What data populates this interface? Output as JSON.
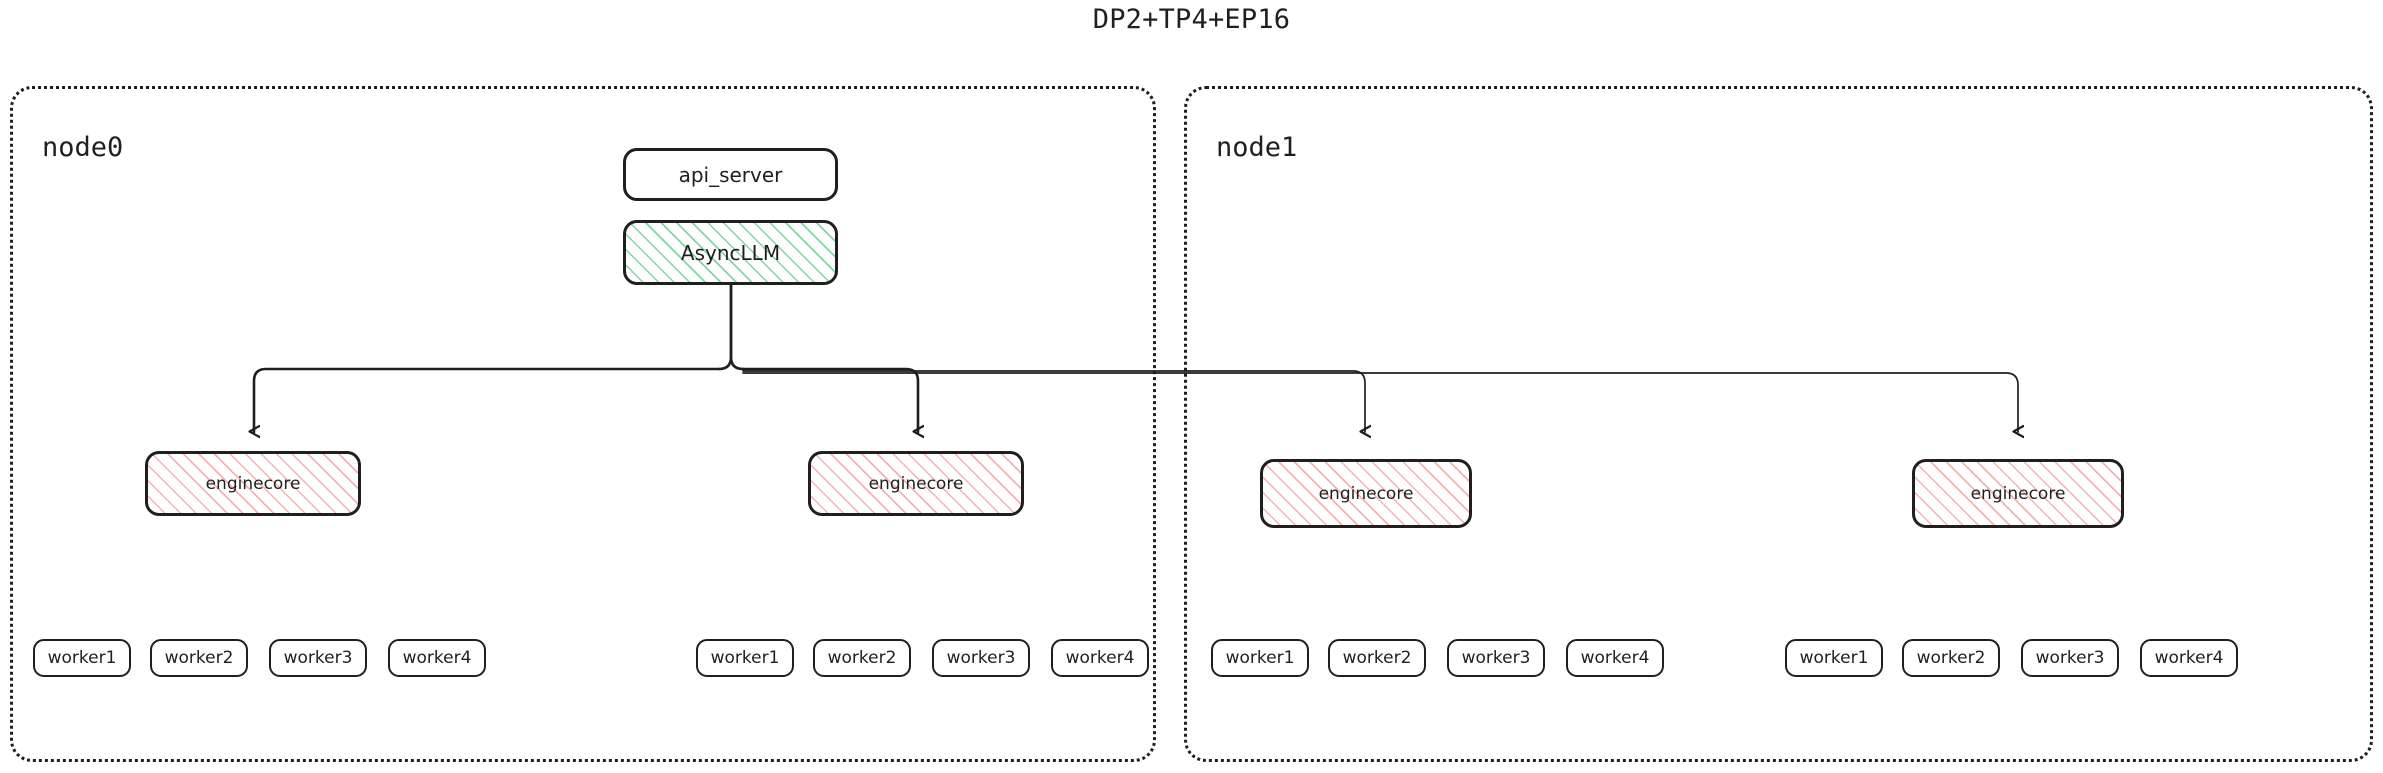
{
  "title": "DP2+TP4+EP16",
  "colors": {
    "stroke": "#1f1f1f",
    "background": "#ffffff",
    "asyncllm_hatch": "#7fd6a0",
    "enginecore_hatch": "#f3b3b3"
  },
  "nodes": [
    {
      "id": "node0",
      "label": "node0",
      "api_server": {
        "label": "api_server"
      },
      "asyncllm": {
        "label": "AsyncLLM"
      },
      "enginecores": [
        {
          "label": "enginecore",
          "workers": [
            {
              "label": "worker1"
            },
            {
              "label": "worker2"
            },
            {
              "label": "worker3"
            },
            {
              "label": "worker4"
            }
          ]
        },
        {
          "label": "enginecore",
          "workers": [
            {
              "label": "worker1"
            },
            {
              "label": "worker2"
            },
            {
              "label": "worker3"
            },
            {
              "label": "worker4"
            }
          ]
        }
      ]
    },
    {
      "id": "node1",
      "label": "node1",
      "enginecores": [
        {
          "label": "enginecore",
          "workers": [
            {
              "label": "worker1"
            },
            {
              "label": "worker2"
            },
            {
              "label": "worker3"
            },
            {
              "label": "worker4"
            }
          ]
        },
        {
          "label": "enginecore",
          "workers": [
            {
              "label": "worker1"
            },
            {
              "label": "worker2"
            },
            {
              "label": "worker3"
            },
            {
              "label": "worker4"
            }
          ]
        }
      ]
    }
  ]
}
